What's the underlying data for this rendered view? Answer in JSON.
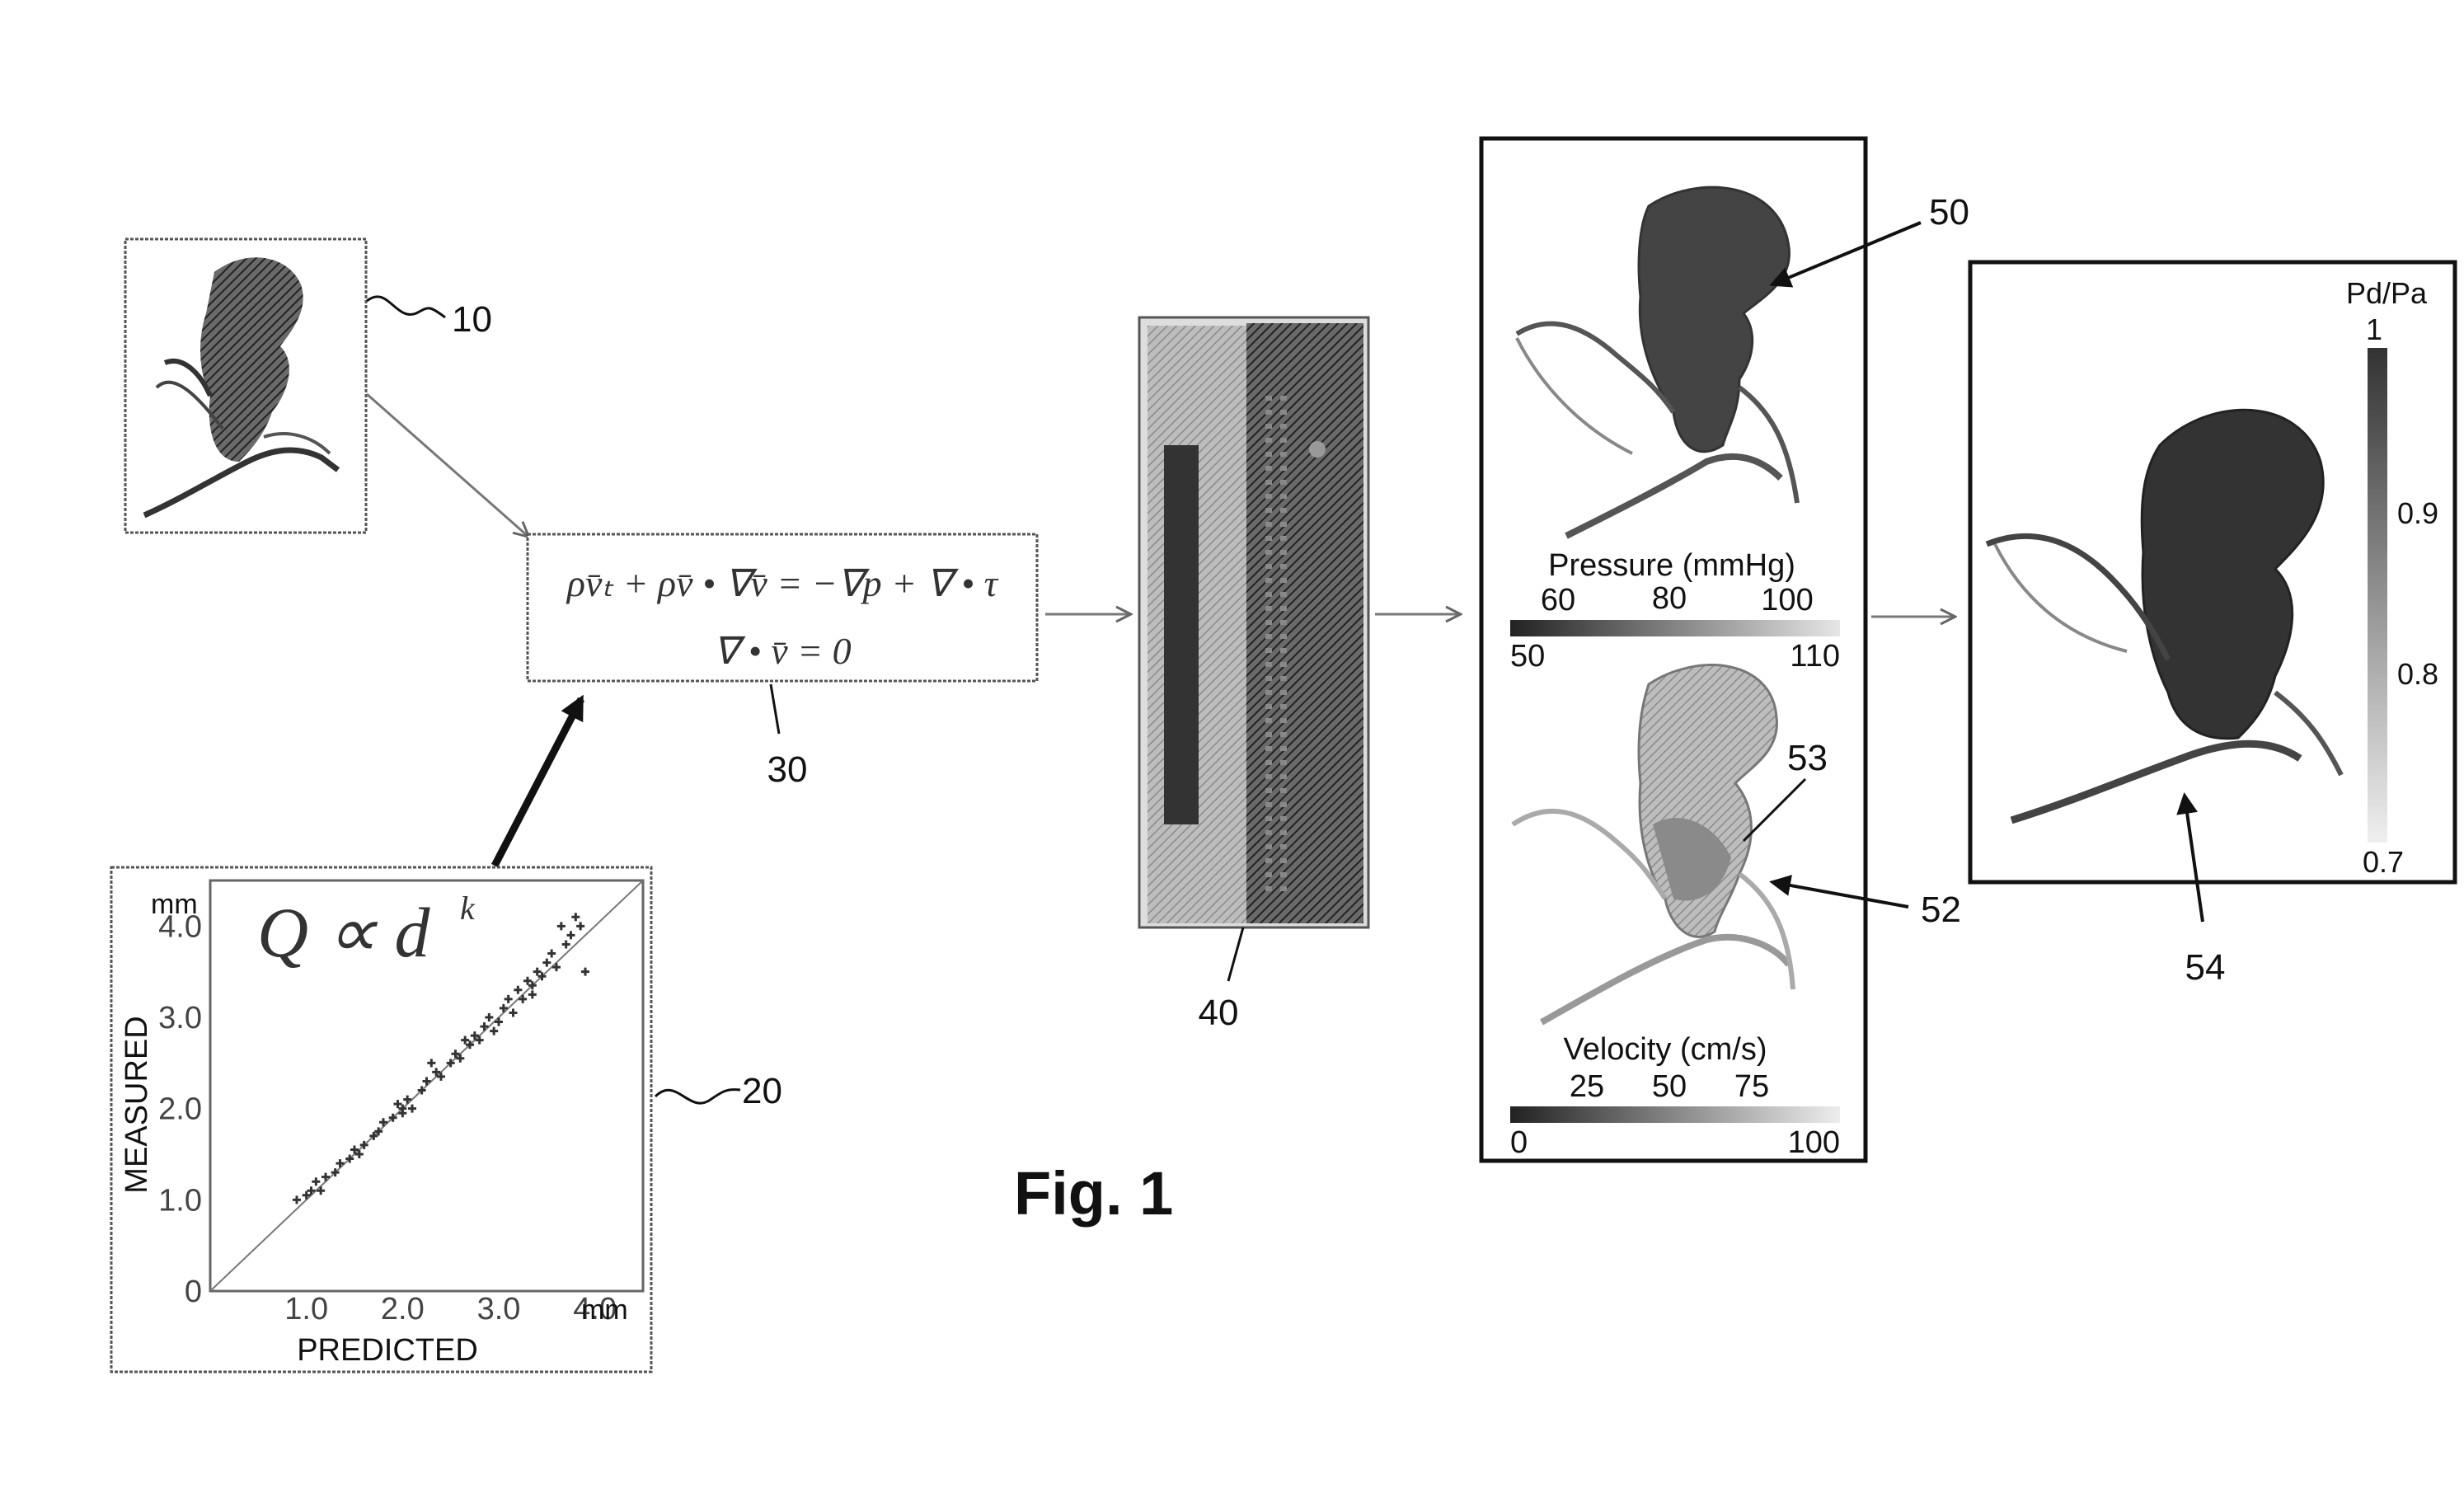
{
  "figure_title": "Fig. 1",
  "labels": {
    "ref_10": "10",
    "ref_20": "20",
    "ref_30": "30",
    "ref_40": "40",
    "ref_50": "50",
    "ref_52": "52",
    "ref_53": "53",
    "ref_54": "54"
  },
  "equations": {
    "line1": "ρv̄ₜ + ρv̄ • ∇v̄ = −∇p + ∇ • τ",
    "line2": "∇ • v̄ = 0"
  },
  "scatter": {
    "law": "Q ∝ d",
    "law_exponent": "k",
    "xlabel": "PREDICTED",
    "ylabel": "MEASURED",
    "y_unit": "mm",
    "x_unit": "mm",
    "x_ticks": [
      "1.0",
      "2.0",
      "3.0",
      "4.0"
    ],
    "y_ticks": [
      "4.0",
      "3.0",
      "2.0",
      "1.0",
      "0"
    ]
  },
  "chart_data": {
    "type": "scatter",
    "xlabel": "PREDICTED",
    "ylabel": "MEASURED",
    "xlim": [
      0,
      4.5
    ],
    "ylim": [
      0,
      4.5
    ],
    "x_ticks": [
      1.0,
      2.0,
      3.0,
      4.0
    ],
    "y_ticks": [
      0,
      1.0,
      2.0,
      3.0,
      4.0
    ],
    "identity_line": true,
    "points": [
      [
        0.9,
        1.0
      ],
      [
        1.0,
        1.05
      ],
      [
        1.05,
        1.1
      ],
      [
        1.1,
        1.2
      ],
      [
        1.2,
        1.25
      ],
      [
        1.3,
        1.3
      ],
      [
        1.35,
        1.4
      ],
      [
        1.45,
        1.45
      ],
      [
        1.5,
        1.55
      ],
      [
        1.6,
        1.6
      ],
      [
        1.7,
        1.7
      ],
      [
        1.75,
        1.75
      ],
      [
        1.8,
        1.85
      ],
      [
        1.9,
        1.9
      ],
      [
        2.0,
        2.0
      ],
      [
        2.05,
        2.1
      ],
      [
        2.1,
        2.0
      ],
      [
        2.2,
        2.2
      ],
      [
        2.25,
        2.3
      ],
      [
        2.3,
        2.5
      ],
      [
        2.4,
        2.35
      ],
      [
        2.5,
        2.5
      ],
      [
        2.55,
        2.6
      ],
      [
        2.6,
        2.55
      ],
      [
        2.7,
        2.7
      ],
      [
        2.75,
        2.8
      ],
      [
        2.8,
        2.75
      ],
      [
        2.85,
        2.9
      ],
      [
        2.9,
        3.0
      ],
      [
        3.0,
        2.95
      ],
      [
        3.05,
        3.1
      ],
      [
        3.1,
        3.2
      ],
      [
        3.15,
        3.05
      ],
      [
        3.2,
        3.3
      ],
      [
        3.25,
        3.2
      ],
      [
        3.3,
        3.4
      ],
      [
        3.35,
        3.35
      ],
      [
        3.4,
        3.5
      ],
      [
        3.45,
        3.45
      ],
      [
        3.5,
        3.6
      ],
      [
        3.55,
        3.7
      ],
      [
        3.6,
        3.55
      ],
      [
        3.65,
        4.0
      ],
      [
        3.7,
        3.8
      ],
      [
        3.75,
        3.9
      ],
      [
        3.8,
        4.1
      ],
      [
        3.85,
        4.0
      ],
      [
        3.9,
        3.5
      ],
      [
        1.15,
        1.1
      ],
      [
        1.55,
        1.5
      ],
      [
        1.95,
        2.05
      ],
      [
        2.35,
        2.4
      ],
      [
        2.65,
        2.75
      ],
      [
        2.95,
        2.85
      ],
      [
        3.35,
        3.25
      ],
      [
        2.0,
        1.95
      ]
    ]
  },
  "pressure_scale": {
    "title": "Pressure (mmHg)",
    "top_ticks": [
      "60",
      "80",
      "100"
    ],
    "min": "50",
    "max": "110"
  },
  "velocity_scale": {
    "title": "Velocity (cm/s)",
    "top_ticks": [
      "25",
      "50",
      "75"
    ],
    "min": "0",
    "max": "100"
  },
  "ffr_scale": {
    "title": "Pd/Pa",
    "ticks": [
      "1",
      "0.9",
      "0.8",
      "0.7"
    ]
  },
  "colors": {
    "ink": "#111111",
    "box_border": "#555555",
    "dark_fill": "#3a3a3a",
    "mid_fill": "#9a9a9a",
    "light_fill": "#cfcfcf"
  }
}
